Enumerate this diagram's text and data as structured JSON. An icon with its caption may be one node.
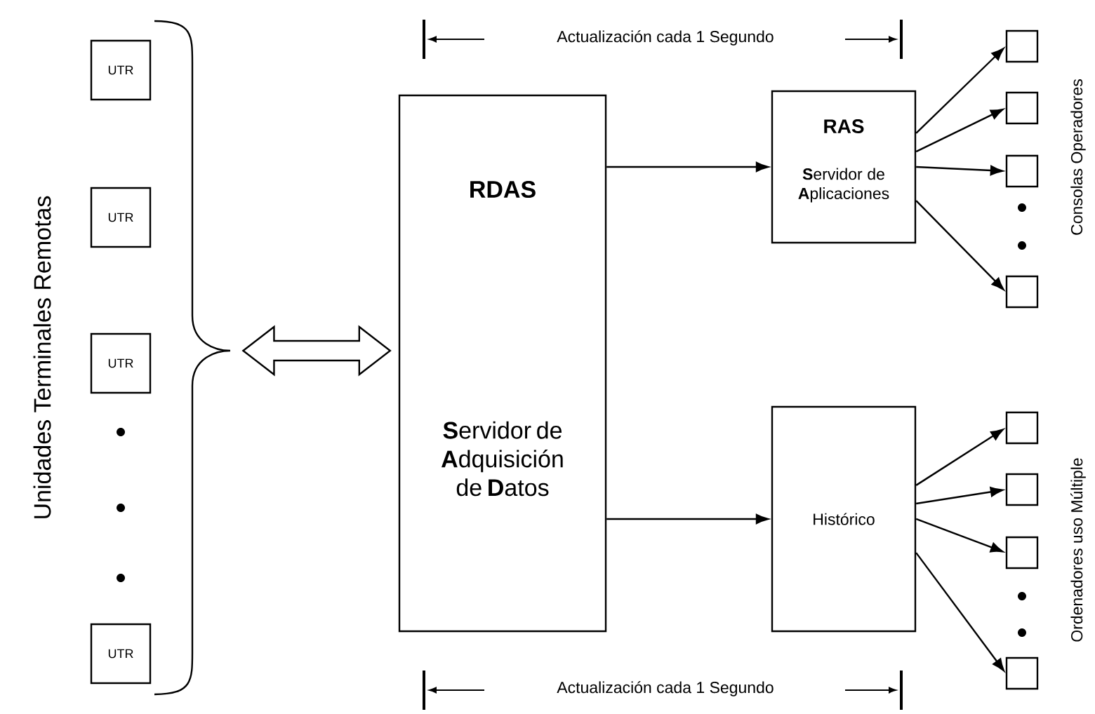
{
  "diagram": {
    "nodes": [
      {
        "text": [
          "UTR"
        ]
      },
      {
        "text": [
          "UTR"
        ]
      },
      {
        "text": [
          "UTR"
        ]
      },
      {
        "text": [
          "UTR"
        ]
      },
      {
        "text": [],
        "shape": "brace"
      },
      {
        "text": [
          "RDAS",
          "**S**ervidor de **A**dquisición de **D**atos"
        ]
      },
      {
        "text": [
          "RAS",
          "**S**ervidor de **A**plicaciones"
        ]
      },
      {
        "text": [
          "Histórico"
        ]
      },
      {
        "text": [],
        "shape": "box"
      },
      {
        "text": [],
        "shape": "box"
      },
      {
        "text": [],
        "shape": "box"
      },
      {
        "text": [],
        "shape": "box"
      },
      {
        "text": [],
        "shape": "box"
      },
      {
        "text": [],
        "shape": "box"
      },
      {
        "text": [],
        "shape": "box"
      },
      {
        "text": [],
        "shape": "box"
      }
    ],
    "edges": [
      {
        "from": 4,
        "to": 5,
        "arrow": "both"
      },
      {
        "from": 5,
        "to": 6,
        "arrow": "to"
      },
      {
        "from": 5,
        "to": 7,
        "arrow": "to"
      },
      {
        "from": 6,
        "to": 8,
        "arrow": "to"
      },
      {
        "from": 6,
        "to": 9,
        "arrow": "to"
      },
      {
        "from": 6,
        "to": 10,
        "arrow": "to"
      },
      {
        "from": 6,
        "to": 11,
        "arrow": "to"
      },
      {
        "from": 7,
        "to": 12,
        "arrow": "to"
      },
      {
        "from": 7,
        "to": 13,
        "arrow": "to"
      },
      {
        "from": 7,
        "to": 14,
        "arrow": "to"
      },
      {
        "from": 7,
        "to": 15,
        "arrow": "to"
      }
    ],
    "labels": [
      "Unidades Terminales Remotas",
      "Actualización cada 1 Segundo",
      "Consolas Operadores",
      "Ordenadores uso Múltiple",
      "Actualización cada 1 Segundo"
    ]
  }
}
